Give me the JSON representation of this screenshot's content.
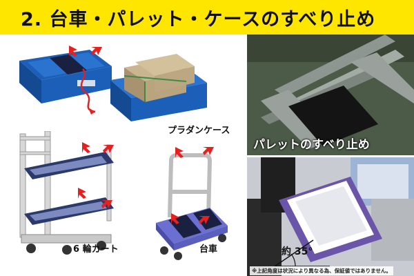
{
  "header": {
    "title": "2. 台車・パレット・ケースのすべり止め",
    "bg_color": "#ffe600"
  },
  "labels": {
    "case": "プラダンケース",
    "cart": "6 輪カート",
    "dolly": "台車"
  },
  "photos": {
    "pallet_caption": "パレットのすべり止め",
    "angle": "約 35°",
    "note": "※上記角度は状況により異なる為、保証値ではありません。"
  },
  "icons": [
    "red-arrow-icon",
    "curved-arrow-icon"
  ],
  "colors": {
    "accent_red": "#e5201f",
    "case_blue": "#1b5fb8",
    "mat_navy": "#1a2040"
  }
}
